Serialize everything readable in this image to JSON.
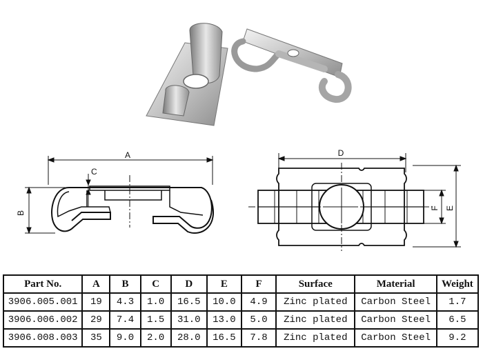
{
  "dimension_labels": {
    "side_length": "A",
    "side_height": "B",
    "side_thickness": "C",
    "top_width": "D",
    "top_length": "E",
    "top_slot": "F"
  },
  "spec_table": {
    "headers": [
      "Part No.",
      "A",
      "B",
      "C",
      "D",
      "E",
      "F",
      "Surface",
      "Material",
      "Weight"
    ],
    "rows": [
      [
        "3906.005.001",
        "19",
        "4.3",
        "1.0",
        "16.5",
        "10.0",
        "4.9",
        "Zinc plated",
        "Carbon Steel",
        "1.7"
      ],
      [
        "3906.006.002",
        "29",
        "7.4",
        "1.5",
        "31.0",
        "13.0",
        "5.0",
        "Zinc plated",
        "Carbon Steel",
        "6.5"
      ],
      [
        "3906.008.003",
        "35",
        "9.0",
        "2.0",
        "28.0",
        "16.5",
        "7.8",
        "Zinc plated",
        "Carbon Steel",
        "9.2"
      ]
    ]
  }
}
